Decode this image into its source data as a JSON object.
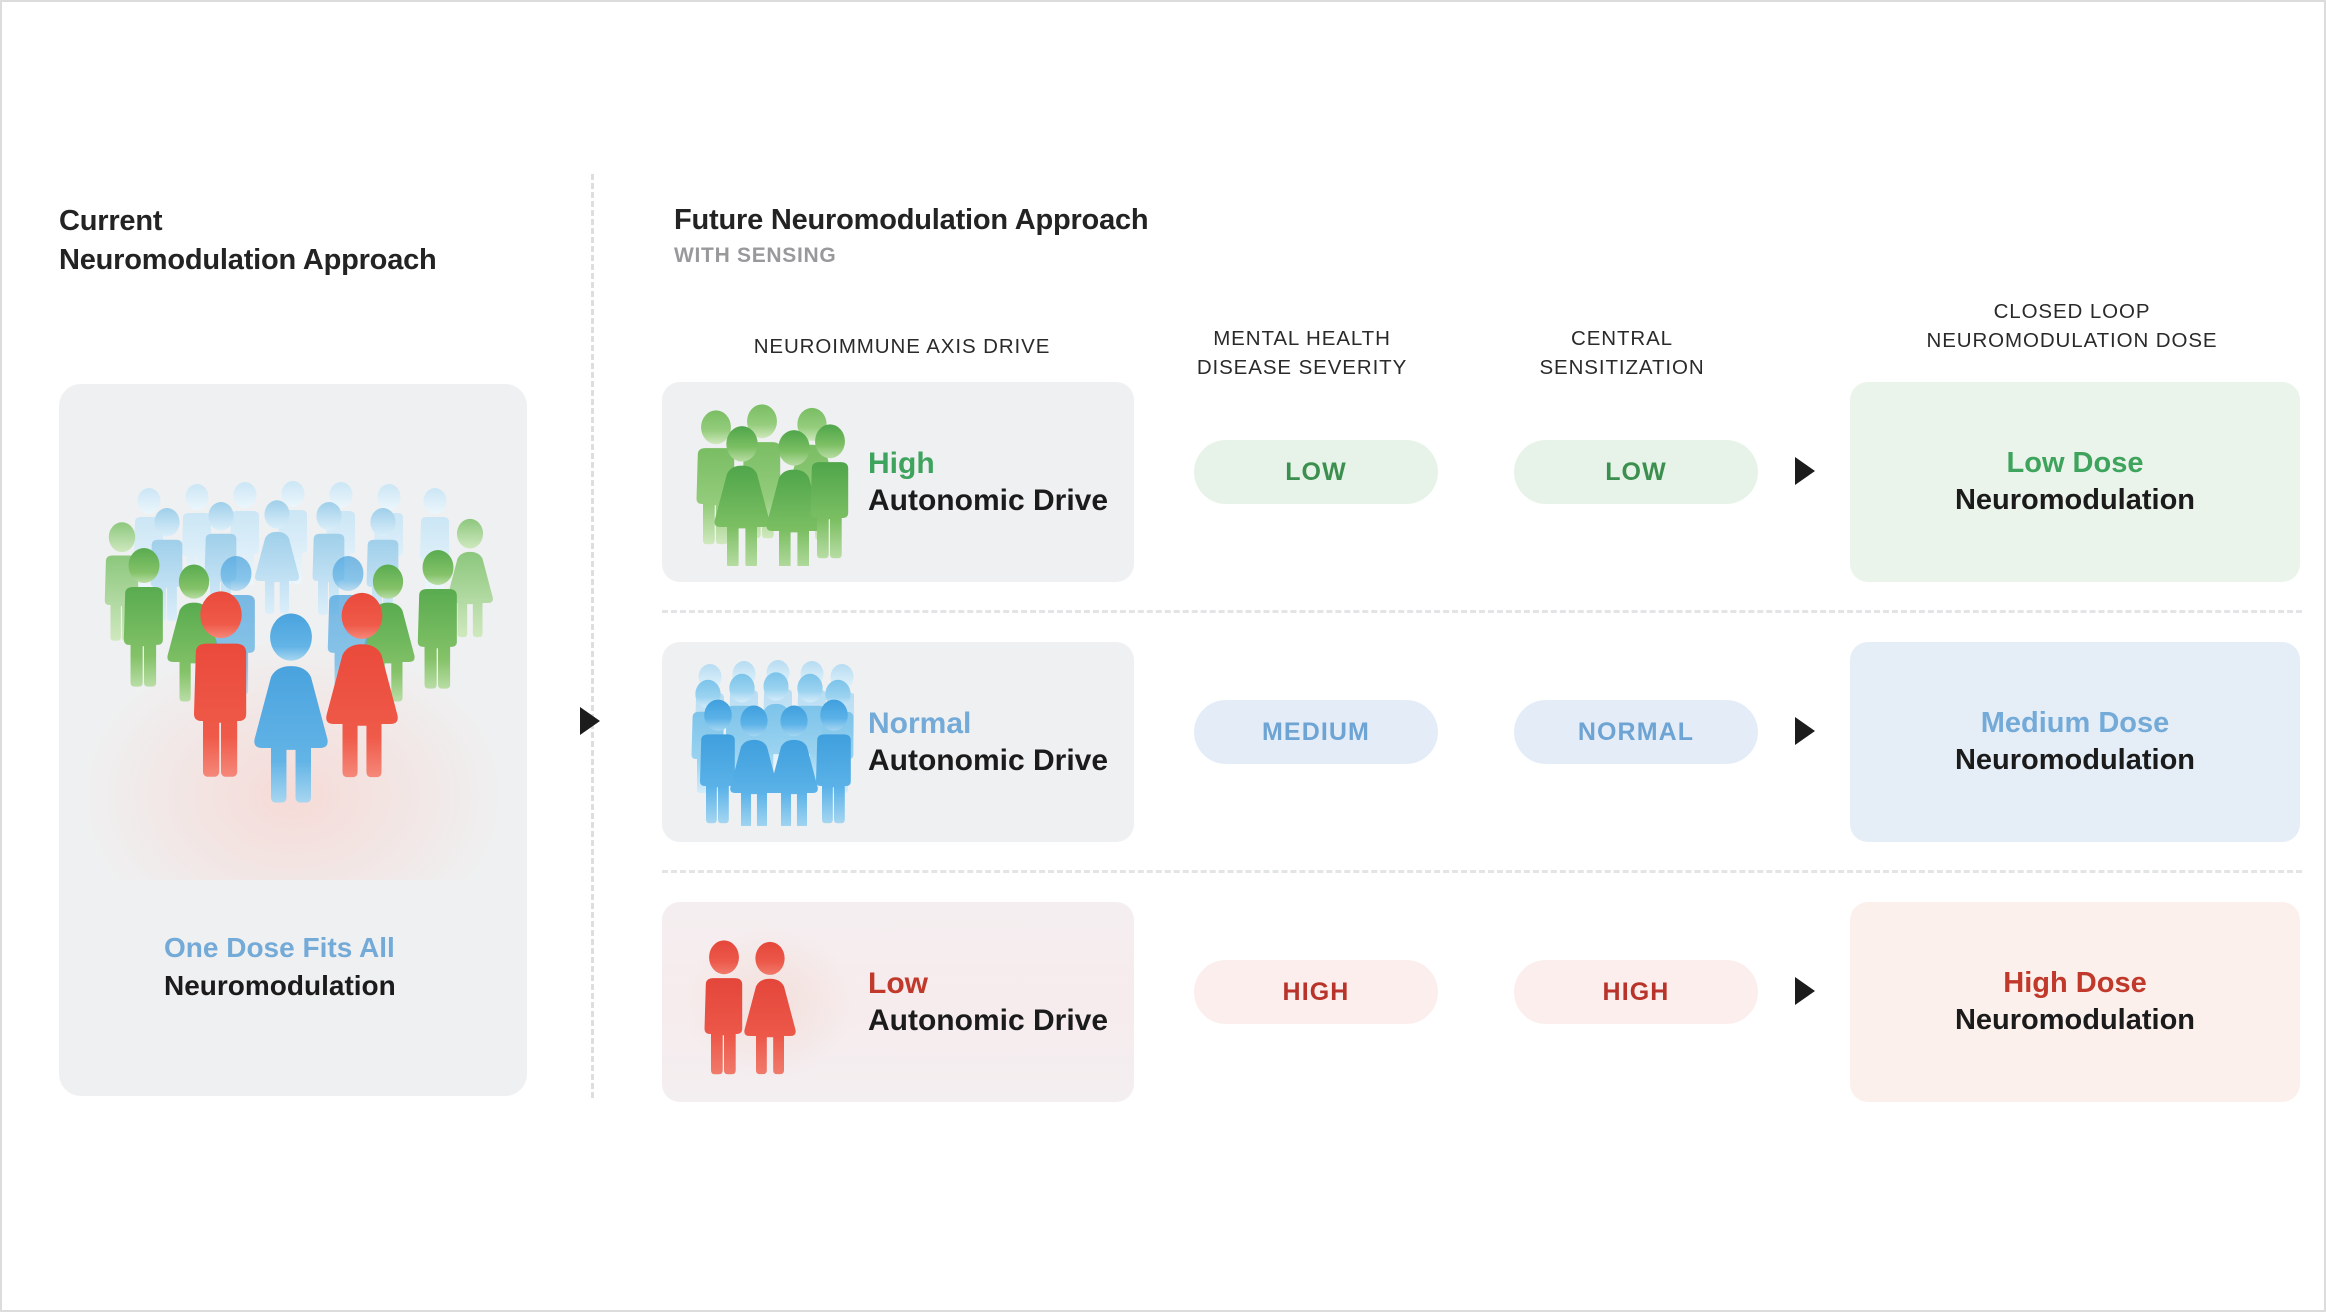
{
  "left": {
    "title_line1": "Current",
    "title_line2": "Neuromodulation Approach",
    "caption_accent": "One Dose Fits All",
    "caption_main": "Neuromodulation",
    "crowd_icon": "mixed-crowd-icon"
  },
  "right": {
    "title": "Future Neuromodulation Approach",
    "subtitle": "WITH SENSING"
  },
  "columns": [
    {
      "key": "axis",
      "label": "NEUROIMMUNE AXIS DRIVE"
    },
    {
      "key": "mental_health",
      "label": "MENTAL HEALTH\nDISEASE SEVERITY",
      "line1": "MENTAL HEALTH",
      "line2": "DISEASE SEVERITY"
    },
    {
      "key": "central_sensitization",
      "label": "CENTRAL\nSENSITIZATION",
      "line1": "CENTRAL",
      "line2": "SENSITIZATION"
    },
    {
      "key": "dose",
      "label": "CLOSED LOOP\nNEUROMODULATION DOSE",
      "line1": "CLOSED LOOP",
      "line2": "NEUROMODULATION DOSE"
    }
  ],
  "rows": [
    {
      "theme": "green",
      "accent_color": "#3da35d",
      "drive_level": "High",
      "drive_name": "Autonomic Drive",
      "figure_count": 6,
      "mental_health": "LOW",
      "central_sensitization": "LOW",
      "dose_level": "Low Dose",
      "dose_name": "Neuromodulation"
    },
    {
      "theme": "blue",
      "accent_color": "#73aad8",
      "drive_level": "Normal",
      "drive_name": "Autonomic Drive",
      "figure_count": 14,
      "mental_health": "MEDIUM",
      "central_sensitization": "NORMAL",
      "dose_level": "Medium Dose",
      "dose_name": "Neuromodulation"
    },
    {
      "theme": "red",
      "accent_color": "#c0392b",
      "drive_level": "Low",
      "drive_name": "Autonomic Drive",
      "figure_count": 2,
      "mental_health": "HIGH",
      "central_sensitization": "HIGH",
      "dose_level": "High Dose",
      "dose_name": "Neuromodulation"
    }
  ],
  "icons": {
    "flow_arrow": "triangle-right-icon",
    "dose_arrow": "triangle-right-icon"
  },
  "colors": {
    "green": "#3da35d",
    "blue": "#73aad8",
    "red": "#c0392b",
    "card_gray": "#eff0f1",
    "text_dark": "#1b1b1b",
    "muted": "#98999b"
  }
}
